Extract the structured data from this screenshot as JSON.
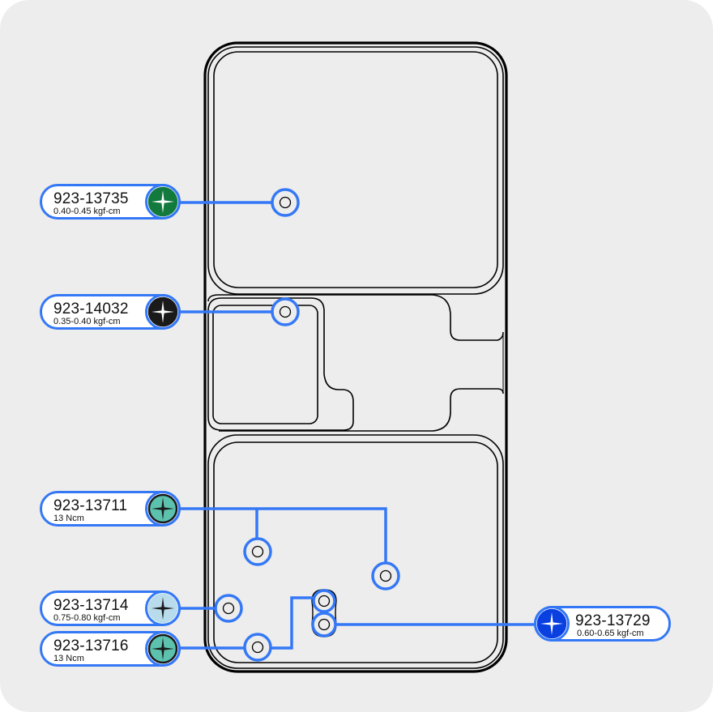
{
  "diagram": {
    "title": "Screw map",
    "accent_color": "#3478f6",
    "callouts": [
      {
        "part": "923-13735",
        "torque": "0.40-0.45 kgf-cm",
        "screw_color": "#137a3e",
        "cross_color": "#ffffff",
        "ring_color": "#137a3e"
      },
      {
        "part": "923-14032",
        "torque": "0.35-0.40 kgf-cm",
        "screw_color": "#1a1a1a",
        "cross_color": "#ffffff",
        "ring_color": "#1a1a1a"
      },
      {
        "part": "923-13711",
        "torque": "13 Ncm",
        "screw_color": "#5cc2ae",
        "cross_color": "#1a1a1a",
        "ring_color": "#1a1a1a"
      },
      {
        "part": "923-13714",
        "torque": "0.75-0.80 kgf-cm",
        "screw_color": "#b9dcec",
        "cross_color": "#1a1a1a",
        "ring_color": "#b9dcec"
      },
      {
        "part": "923-13716",
        "torque": "13 Ncm",
        "screw_color": "#5cc2ae",
        "cross_color": "#1a1a1a",
        "ring_color": "#1a1a1a"
      },
      {
        "part": "923-13729",
        "torque": "0.60-0.65 kgf-cm",
        "screw_color": "#0a3fe0",
        "cross_color": "#ffffff",
        "ring_color": "#0a3fe0"
      }
    ]
  }
}
